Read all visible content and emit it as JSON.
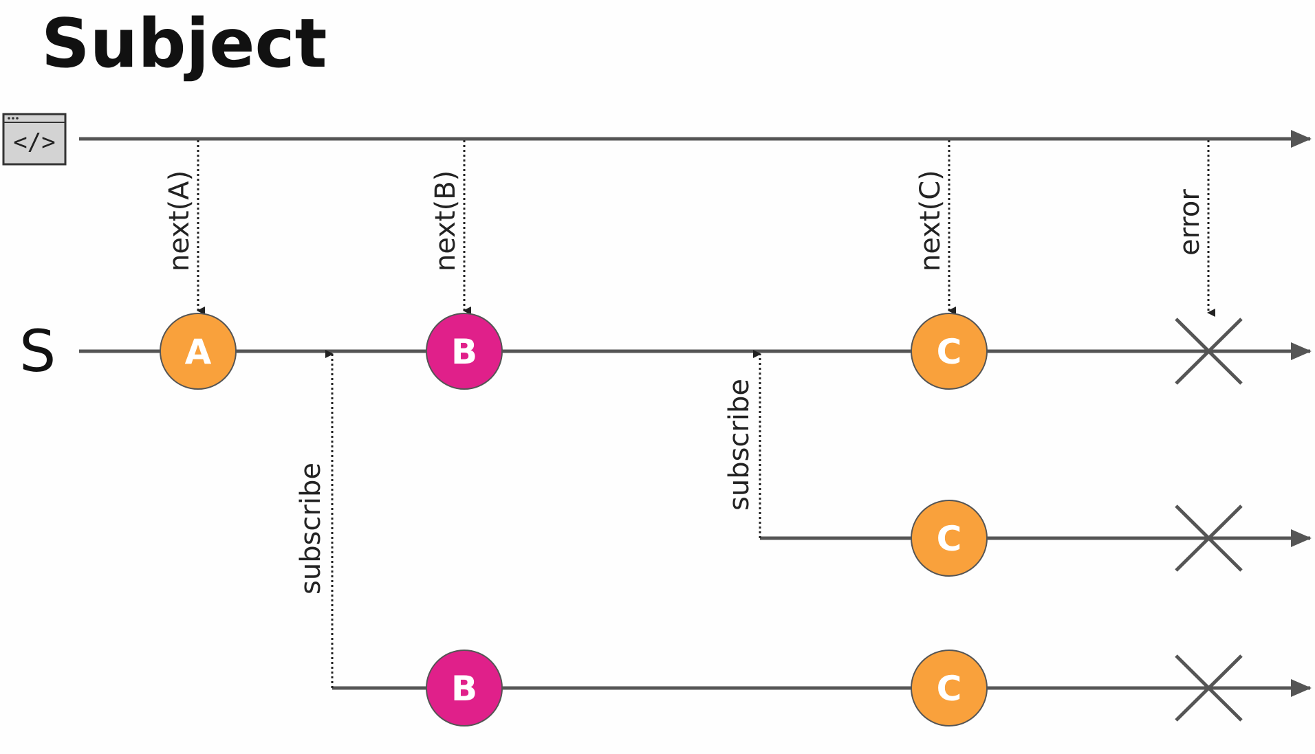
{
  "title": "Subject",
  "subject_label": "S",
  "source_icon": "code-window-icon",
  "source_icon_symbol": "</>",
  "colors": {
    "orange": "#f9a13c",
    "magenta": "#e0208a",
    "line": "#555555",
    "text": "#111111"
  },
  "emissions": [
    {
      "label": "next(A)",
      "target": "A",
      "color": "orange"
    },
    {
      "label": "next(B)",
      "target": "B",
      "color": "magenta"
    },
    {
      "label": "next(C)",
      "target": "C",
      "color": "orange"
    },
    {
      "label": "error",
      "target": "error"
    }
  ],
  "subscriptions": [
    {
      "label": "subscribe",
      "values": [
        "B",
        "C"
      ],
      "terminates_with_error": true
    },
    {
      "label": "subscribe",
      "values": [
        "C"
      ],
      "terminates_with_error": true
    }
  ],
  "subject_values": [
    "A",
    "B",
    "C"
  ]
}
